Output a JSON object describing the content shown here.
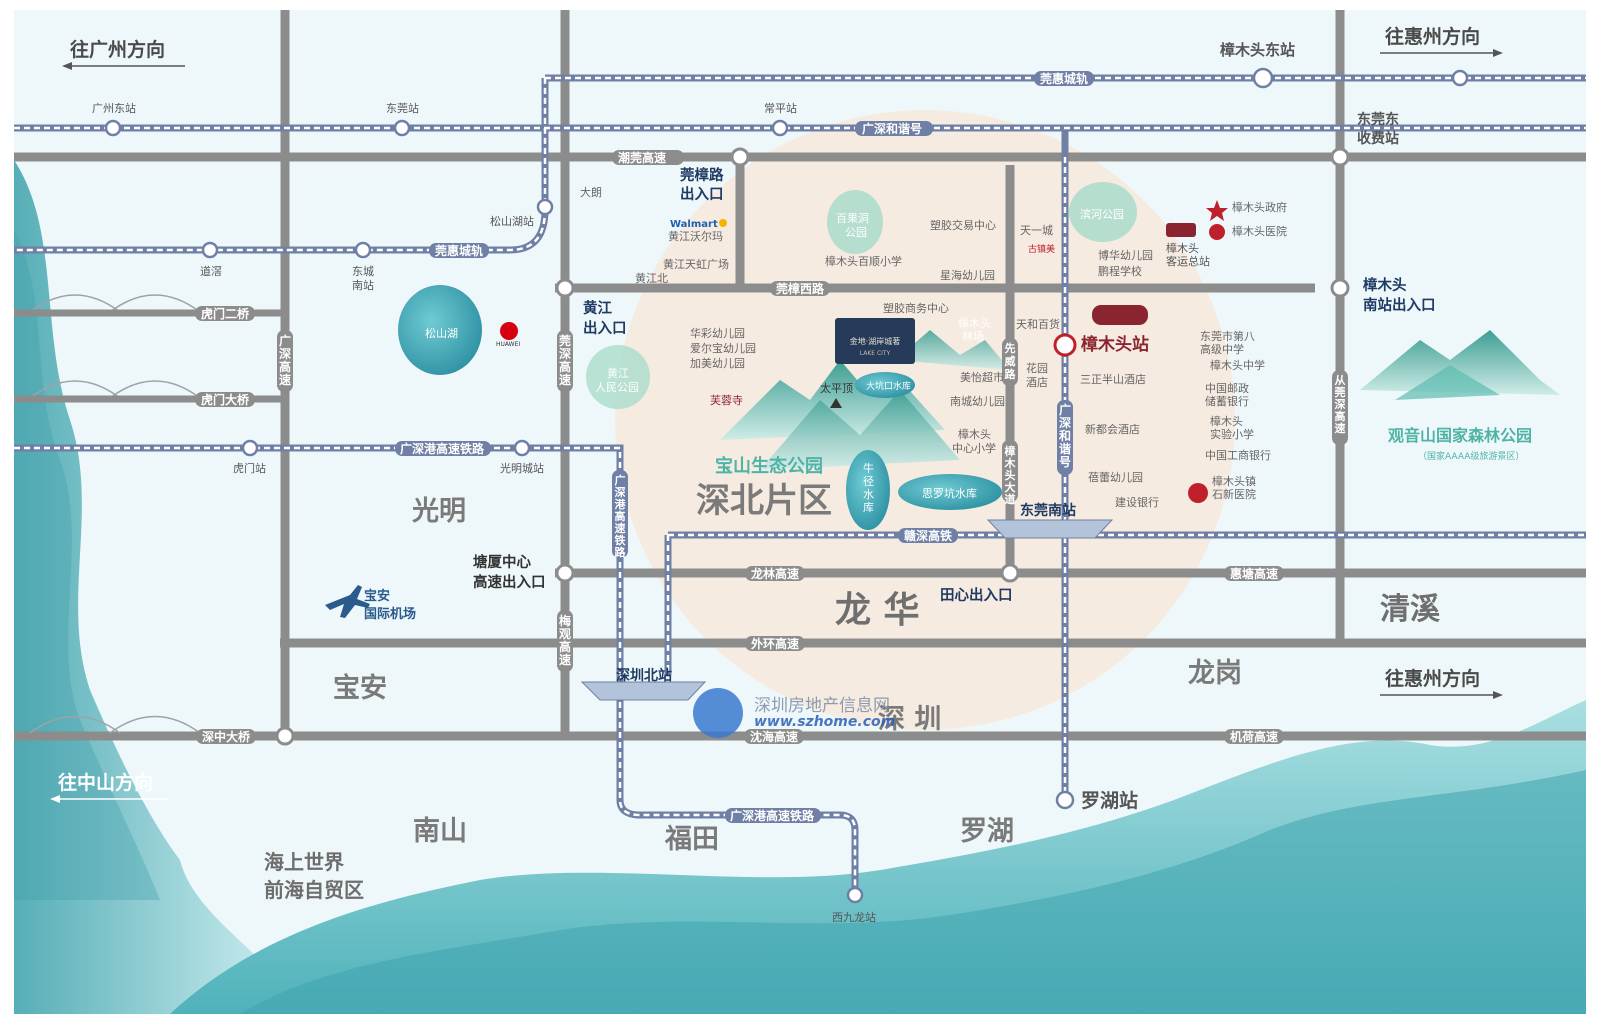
{
  "directions": {
    "guangzhou": "往广州方向",
    "huizhou_top": "往惠州方向",
    "huizhou_bottom": "往惠州方向",
    "zhongshan": "往中山方向"
  },
  "districts": {
    "guangming": "光明",
    "baoan": "宝安",
    "nanshan": "南山",
    "futian": "福田",
    "luohu": "罗湖",
    "longhua": "龙 华",
    "longgang": "龙岗",
    "qingxi": "清溪",
    "shenzhen": "深  圳",
    "shenbei": "深北片区"
  },
  "areas": {
    "qianhai_1": "海上世界",
    "qianhai_2": "前海自贸区"
  },
  "stations": {
    "guangzhou_east": "广州东站",
    "dongguan": "东莞站",
    "changping": "常平站",
    "zhangmutou_east": "樟木头东站",
    "daolan": "道滘",
    "dongcheng_south_1": "东城",
    "dongcheng_south_2": "南站",
    "songshanhu": "松山湖站",
    "humen": "虎门站",
    "guangming_city": "光明城站",
    "xijiulong": "西九龙站",
    "luohu": "罗湖站",
    "shenzhen_north": "深圳北站",
    "dongguan_south": "东莞南站",
    "zhangmutou": "樟木头站",
    "dongguan_east_toll_1": "东莞东",
    "dongguan_east_toll_2": "收费站"
  },
  "roads": {
    "chaoguan": "潮莞高速",
    "guanhui_rail_top": "莞惠城轨",
    "guanhui_rail_mid": "莞惠城轨",
    "guangshen_hexie": "广深和谐号",
    "humen_bridge2": "虎门二桥",
    "humen_bridge": "虎门大桥",
    "gsg_rail": "广深港高速铁路",
    "gsg_rail_bottom": "广深港高速铁路",
    "guanzhang_west": "莞樟西路",
    "ganshen_rail": "赣深高铁",
    "longlin": "龙林高速",
    "huitang": "惠塘高速",
    "waihuan": "外环高速",
    "yanhai": "沈海高速",
    "jihe": "机荷高速",
    "shenzhong": "深中大桥",
    "guangshen_v": "广深高速",
    "guanshen_v": "莞深高速",
    "meiguan_v": "梅观高速",
    "gsg_v": "广深港高速铁路",
    "gsh_v": "广深和谐号",
    "zmt_avenue_v": "樟木头大道",
    "xianwei_v": "先威路",
    "conglan_v": "从莞深高速"
  },
  "exits": {
    "guanzhang": [
      "莞樟路",
      "出入口"
    ],
    "huangjiang": [
      "黄江",
      "出入口"
    ],
    "zhangmutou_south": [
      "樟木头",
      "南站出入口"
    ],
    "tangxia": [
      "塘厦中心",
      "高速出入口"
    ],
    "tianxin": "田心出入口"
  },
  "pois": {
    "dalang": "大朗",
    "walmart_brand": "Walmart",
    "walmart": "黄江沃尔玛",
    "tianhong": "黄江天虹广场",
    "huangjiang_north": "黄江北",
    "bailidong_park": [
      "百果洞",
      "公园"
    ],
    "zmt_baishun": "樟木头百顺小学",
    "plastic_trade": "塑胶交易中心",
    "xinghai_kg": "星海幼儿园",
    "tianyicheng": "天一城",
    "gujia": "古镇美",
    "binhe_park": "滨河公园",
    "bohua_kg": "博华幼儿园",
    "pengcheng_school": "鹏程学校",
    "zmt_gov": "樟木头政府",
    "zmt_hospital": "樟木头医院",
    "zmt_bus": [
      "樟木头",
      "客运总站"
    ],
    "plastic_business": "塑胶商务中心",
    "tianhe_dept": "天和百货",
    "zmt_forest": [
      "樟木头",
      "林场"
    ],
    "huacai_kg": "华彩幼儿园",
    "aierbao_kg": "爱尔宝幼儿园",
    "jiamei_kg": "加美幼儿园",
    "huangjiang_park": [
      "黄江",
      "人民公园"
    ],
    "furong_temple": "芙蓉寺",
    "taipingding": "太平顶",
    "dakengkou": "大坑口水库",
    "meiyi_market": "美怡超市",
    "nancheng_kg": "南城幼儿园",
    "zmt_center_primary": [
      "樟木头",
      "中心小学"
    ],
    "huayuan_hotel": [
      "花园",
      "酒店"
    ],
    "sanzheng_hotel": "三正半山酒店",
    "xindu_hotel": "新都会酒店",
    "beilei_kg": "蓓蕾幼儿园",
    "ccb": "建设银行",
    "dg8_high": [
      "东莞市第八",
      "高级中学"
    ],
    "zmt_middle": "樟木头中学",
    "postal": [
      "中国邮政",
      "储蓄银行"
    ],
    "zmt_exp_primary": [
      "樟木头",
      "实验小学"
    ],
    "icbc": "中国工商银行",
    "shixin_hospital": [
      "樟木头镇",
      "石新医院"
    ],
    "niujing": [
      "牛",
      "径",
      "水",
      "库"
    ],
    "siluokeng": "思罗坑水库",
    "baoshan_park": "宝山生态公园",
    "guanyinshan": "观音山国家森林公园",
    "guanyinshan_sub": "（国家AAAA级旅游景区）",
    "huawei": "HUAWEI",
    "songshan_lake": "松山湖",
    "airport": [
      "宝安",
      "国际机场"
    ],
    "project_1": "金地·湖岸城著",
    "project_2": "LAKE CITY"
  },
  "watermark": {
    "cn": "深圳房地产信息网",
    "url": "www.szhome.com"
  },
  "colors": {
    "road": "#8c8c8c",
    "rail": "#6f7fa5",
    "highlight_circle": "#f6ebe0",
    "sea": "#6cc3c9",
    "land": "#eef8fb",
    "accent_green": "#4fb3a6",
    "exit_text": "#1f3b63",
    "brand_red": "#8a2530"
  }
}
